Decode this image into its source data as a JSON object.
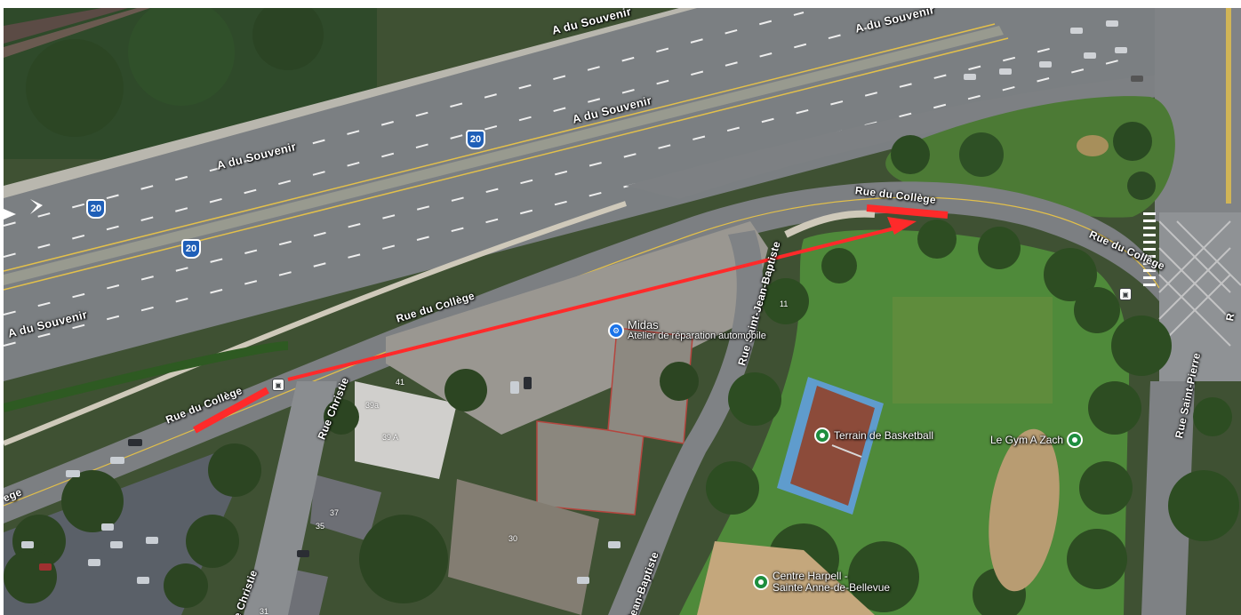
{
  "map": {
    "highway_shield": "20",
    "roads": {
      "souvenir_1": "A du Souvenir",
      "souvenir_2": "A du Souvenir",
      "souvenir_3": "A du Souvenir",
      "souvenir_4": "A du Souvenir",
      "college_1": "Rue du Collège",
      "college_2": "Rue du Collège",
      "college_3": "Rue du Collège",
      "college_4": "Rue du Collège",
      "college_edge": "ege",
      "saint_jean_1": "Rue Saint-Jean-Baptiste",
      "saint_jean_2": "Jean-Baptiste",
      "christie_1": "Rue Christie",
      "christie_2": "e Christie",
      "saint_pierre": "Rue Saint-Pierre",
      "saint_pierre_edge": "R"
    },
    "numbers": [
      "41",
      "39a",
      "39 A",
      "37",
      "35",
      "30",
      "31",
      "11"
    ],
    "pois": {
      "midas_name": "Midas",
      "midas_sub": "Atelier de réparation automobile",
      "basketball": "Terrain de Basketball",
      "gym": "Le Gym A Zach",
      "harpell_1": "Centre Harpell -",
      "harpell_2": "Sainte Anne-de-Bellevue"
    },
    "icons": {
      "poi_place": "place-pin-icon",
      "poi_auto": "car-repair-icon",
      "transit": "bus-stop-icon"
    },
    "colors": {
      "annotation": "#ff2a2a",
      "road": "#7a7d7f",
      "grass": "#4f8a3a",
      "court": "#4a86b8",
      "shield": "#1f5fb8"
    }
  }
}
